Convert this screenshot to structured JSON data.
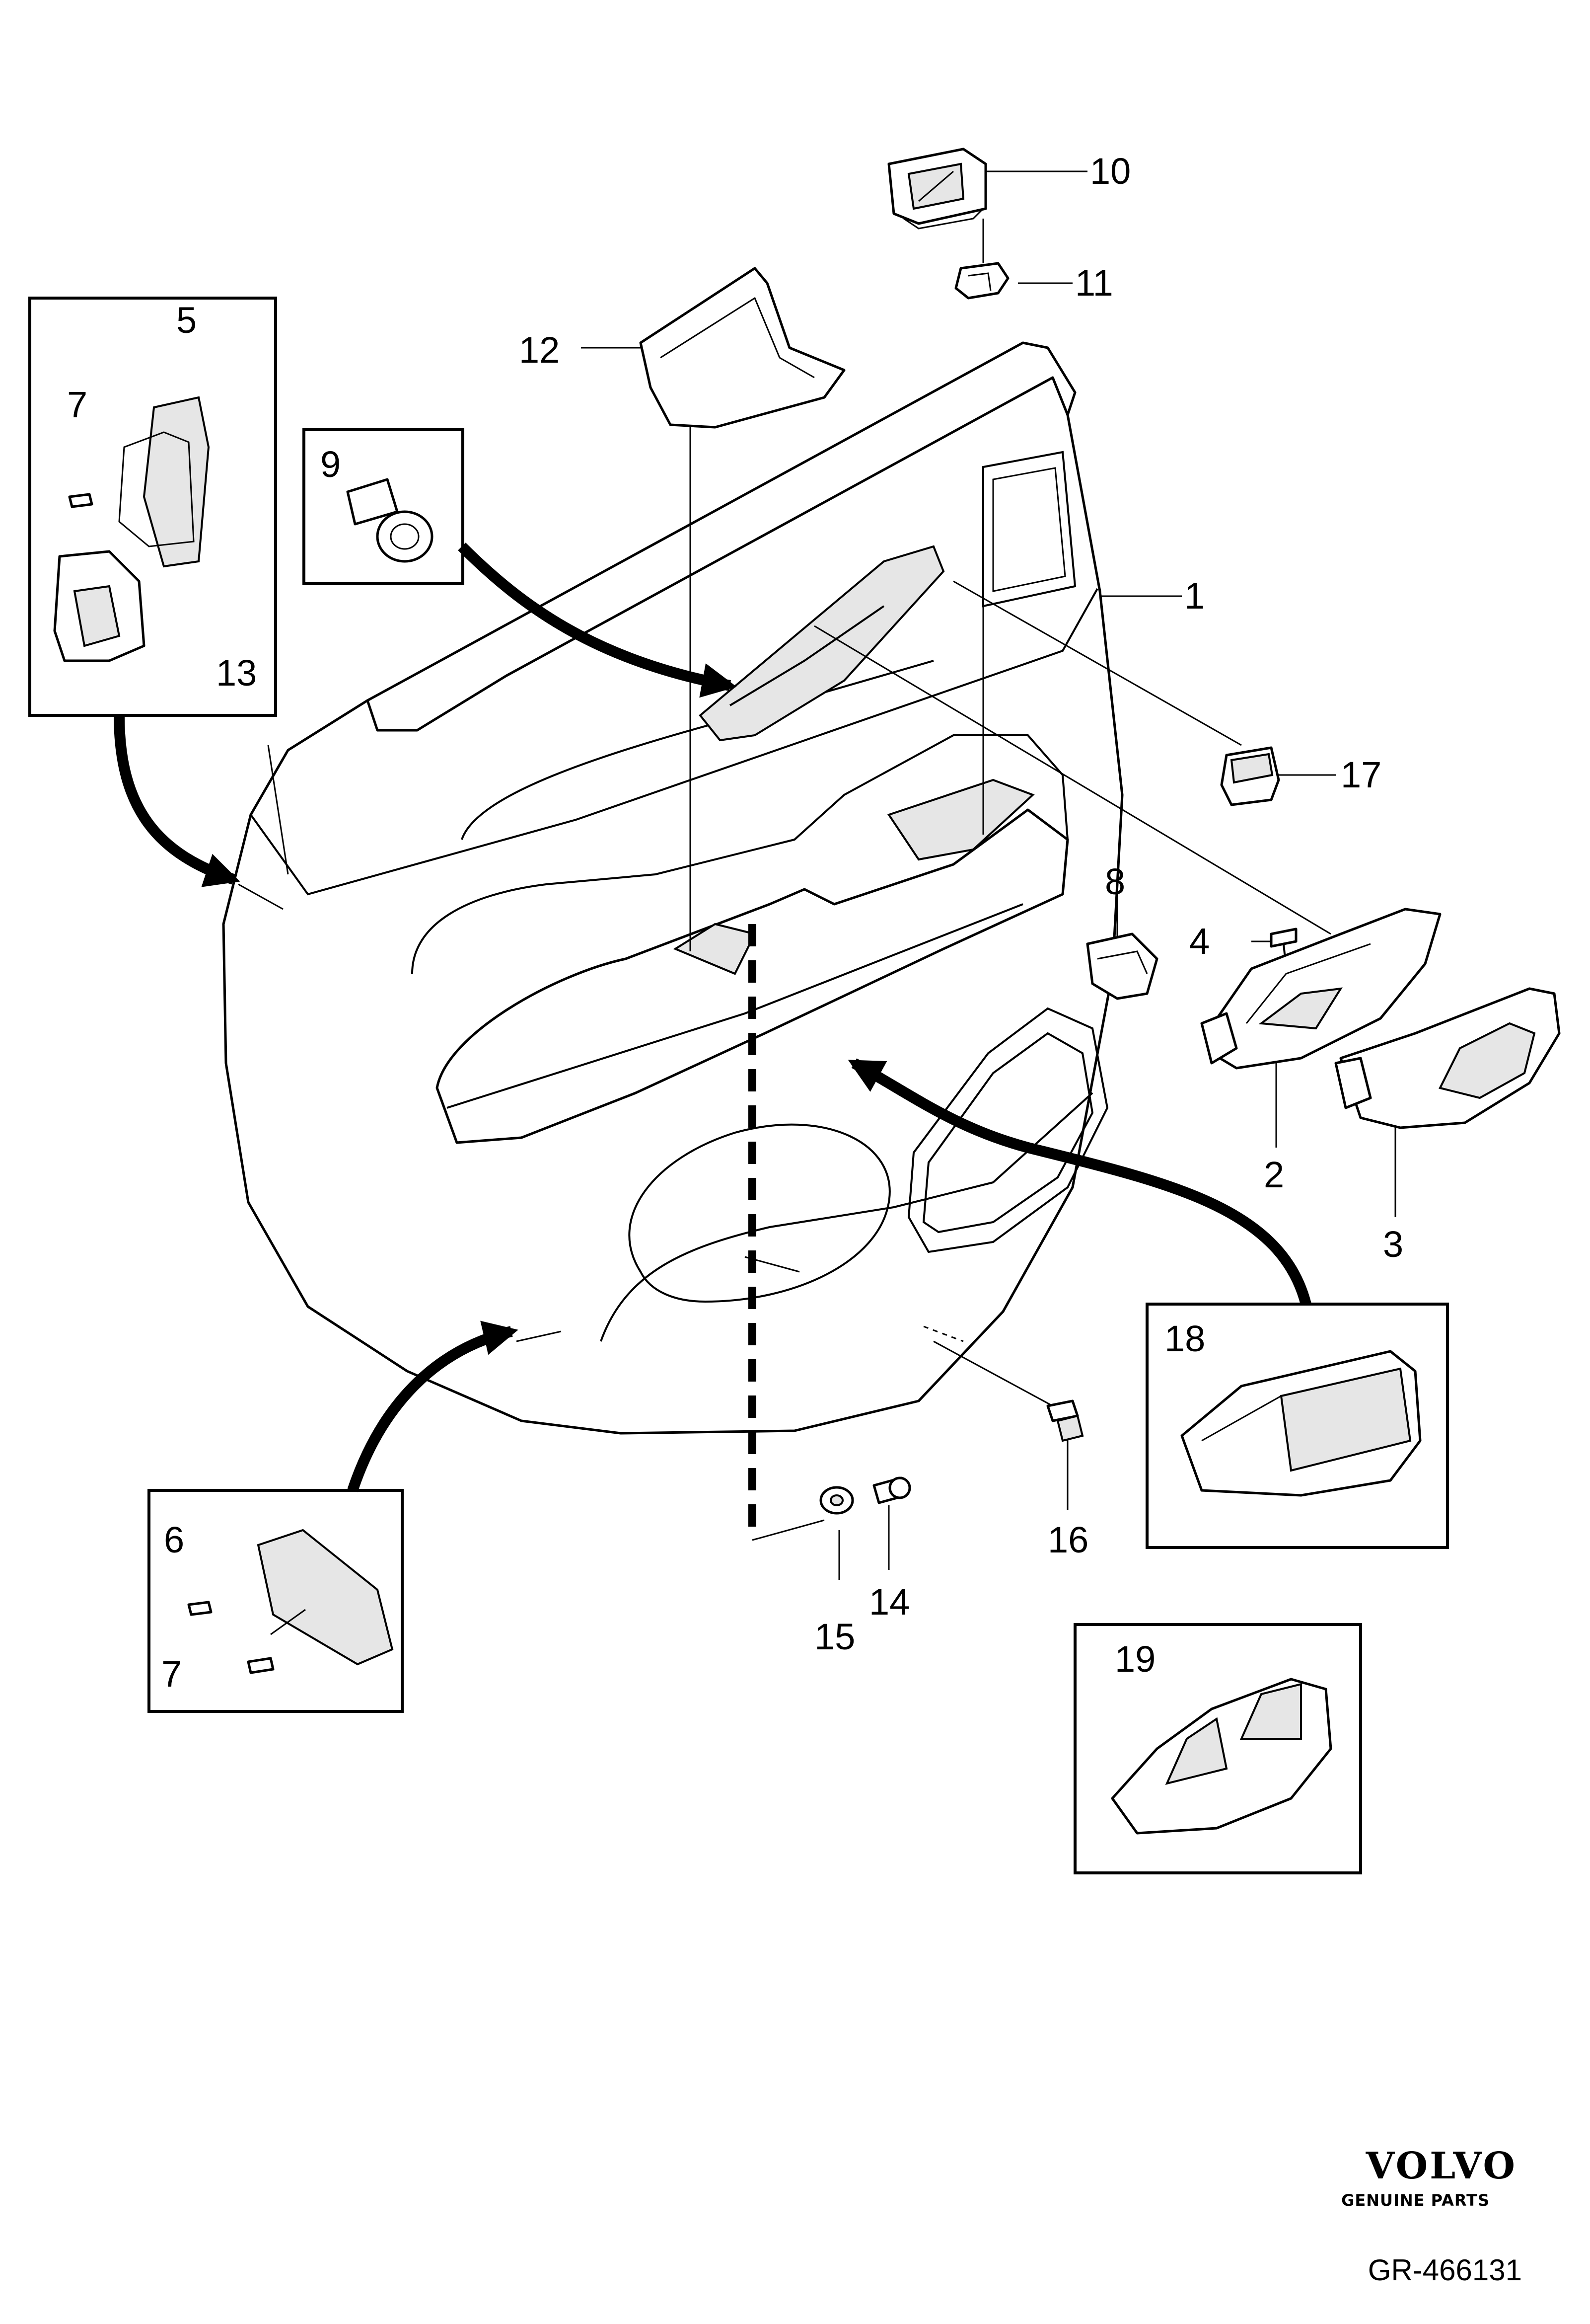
{
  "diagram": {
    "callouts": {
      "c1": "1",
      "c2": "2",
      "c3": "3",
      "c4": "4",
      "c5": "5",
      "c6": "6",
      "c7a": "7",
      "c7b": "7",
      "c8": "8",
      "c9": "9",
      "c10": "10",
      "c11": "11",
      "c12": "12",
      "c13": "13",
      "c14": "14",
      "c15": "15",
      "c16": "16",
      "c17": "17",
      "c18": "18",
      "c19": "19"
    },
    "brand": {
      "name": "VOLVO",
      "tagline": "GENUINE PARTS"
    },
    "reference": "GR-466131"
  }
}
